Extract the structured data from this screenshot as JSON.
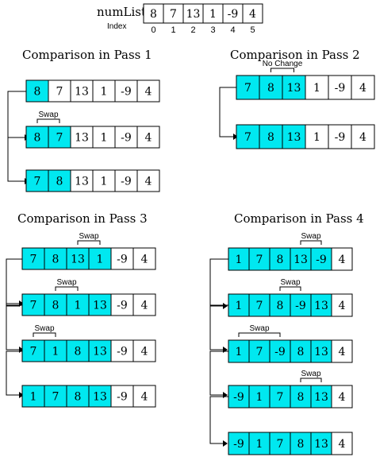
{
  "colors": {
    "highlight": "#00e8f0",
    "plain": "#ffffff",
    "stroke": "#000000"
  },
  "header": {
    "array_name": "numList",
    "index_label": "Index",
    "values": [
      "8",
      "7",
      "13",
      "1",
      "-9",
      "4"
    ],
    "indices": [
      "0",
      "1",
      "2",
      "3",
      "4",
      "5"
    ]
  },
  "passes": [
    {
      "title": "Comparison in Pass 1",
      "rows": [
        {
          "values": [
            "8",
            "7",
            "13",
            "1",
            "-9",
            "4"
          ],
          "highlight": [
            0
          ],
          "note": ""
        },
        {
          "values": [
            "8",
            "7",
            "13",
            "1",
            "-9",
            "4"
          ],
          "highlight": [
            0,
            1
          ],
          "note": "Swap"
        },
        {
          "values": [
            "7",
            "8",
            "13",
            "1",
            "-9",
            "4"
          ],
          "highlight": [
            0,
            1
          ],
          "note": ""
        }
      ]
    },
    {
      "title": "Comparison in Pass 2",
      "rows": [
        {
          "values": [
            "7",
            "8",
            "13",
            "1",
            "-9",
            "4"
          ],
          "highlight": [
            0,
            1,
            2
          ],
          "note": "No Change"
        },
        {
          "values": [
            "7",
            "8",
            "13",
            "1",
            "-9",
            "4"
          ],
          "highlight": [
            0,
            1,
            2
          ],
          "note": ""
        }
      ]
    },
    {
      "title": "Comparison in Pass 3",
      "rows": [
        {
          "values": [
            "7",
            "8",
            "13",
            "1",
            "-9",
            "4"
          ],
          "highlight": [
            0,
            1,
            2,
            3
          ],
          "note": "Swap"
        },
        {
          "values": [
            "7",
            "8",
            "1",
            "13",
            "-9",
            "4"
          ],
          "highlight": [
            0,
            1,
            2,
            3
          ],
          "note": "Swap"
        },
        {
          "values": [
            "7",
            "1",
            "8",
            "13",
            "-9",
            "4"
          ],
          "highlight": [
            0,
            1,
            2,
            3
          ],
          "note": "Swap"
        },
        {
          "values": [
            "1",
            "7",
            "8",
            "13",
            "-9",
            "4"
          ],
          "highlight": [
            0,
            1,
            2,
            3
          ],
          "note": ""
        }
      ]
    },
    {
      "title": "Comparison in Pass 4",
      "rows": [
        {
          "values": [
            "1",
            "7",
            "8",
            "13",
            "-9",
            "4"
          ],
          "highlight": [
            0,
            1,
            2,
            3,
            4
          ],
          "note": "Swap"
        },
        {
          "values": [
            "1",
            "7",
            "8",
            "-9",
            "13",
            "4"
          ],
          "highlight": [
            0,
            1,
            2,
            3,
            4
          ],
          "note": "Swap"
        },
        {
          "values": [
            "1",
            "7",
            "-9",
            "8",
            "13",
            "4"
          ],
          "highlight": [
            0,
            1,
            2,
            3,
            4
          ],
          "note": "Swap"
        },
        {
          "values": [
            "-9",
            "1",
            "7",
            "8",
            "13",
            "4"
          ],
          "highlight": [
            0,
            1,
            2,
            3,
            4
          ],
          "note": "Swap"
        },
        {
          "values": [
            "-9",
            "1",
            "7",
            "8",
            "13",
            "4"
          ],
          "highlight": [
            0,
            1,
            2,
            3,
            4
          ],
          "note": ""
        }
      ]
    }
  ]
}
